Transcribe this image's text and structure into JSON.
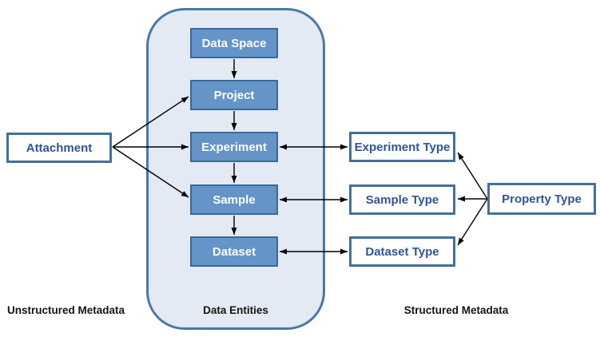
{
  "diagram": {
    "nodes": {
      "data_space": "Data Space",
      "project": "Project",
      "experiment": "Experiment",
      "sample": "Sample",
      "dataset": "Dataset",
      "attachment": "Attachment",
      "experiment_type": "Experiment Type",
      "sample_type": "Sample Type",
      "dataset_type": "Dataset Type",
      "property_type": "Property Type"
    },
    "captions": {
      "unstructured": "Unstructured Metadata",
      "data_entities": "Data Entities",
      "structured": "Structured Metadata"
    },
    "edges": [
      {
        "from": "Data Space",
        "to": "Project",
        "arrows": "to"
      },
      {
        "from": "Project",
        "to": "Experiment",
        "arrows": "to"
      },
      {
        "from": "Experiment",
        "to": "Sample",
        "arrows": "to"
      },
      {
        "from": "Sample",
        "to": "Dataset",
        "arrows": "to"
      },
      {
        "from": "Attachment",
        "to": "Project",
        "arrows": "to"
      },
      {
        "from": "Attachment",
        "to": "Experiment",
        "arrows": "to"
      },
      {
        "from": "Attachment",
        "to": "Sample",
        "arrows": "to"
      },
      {
        "from": "Experiment",
        "to": "Experiment Type",
        "arrows": "both"
      },
      {
        "from": "Sample",
        "to": "Sample Type",
        "arrows": "both"
      },
      {
        "from": "Dataset",
        "to": "Dataset Type",
        "arrows": "both"
      },
      {
        "from": "Property Type",
        "to": "Experiment Type",
        "arrows": "to"
      },
      {
        "from": "Property Type",
        "to": "Sample Type",
        "arrows": "to"
      },
      {
        "from": "Property Type",
        "to": "Dataset Type",
        "arrows": "to"
      }
    ],
    "colors": {
      "entity_fill": "#6494C8",
      "entity_border": "#3A689C",
      "entity_text": "#FFFFFF",
      "type_box_fill": "#FFFFFF",
      "type_box_border": "#41719C",
      "type_box_text": "#2F5597",
      "container_fill": "#E3EAF4",
      "container_border": "#4C77A8",
      "caption_text": "#141414",
      "arrow": "#000000"
    }
  }
}
